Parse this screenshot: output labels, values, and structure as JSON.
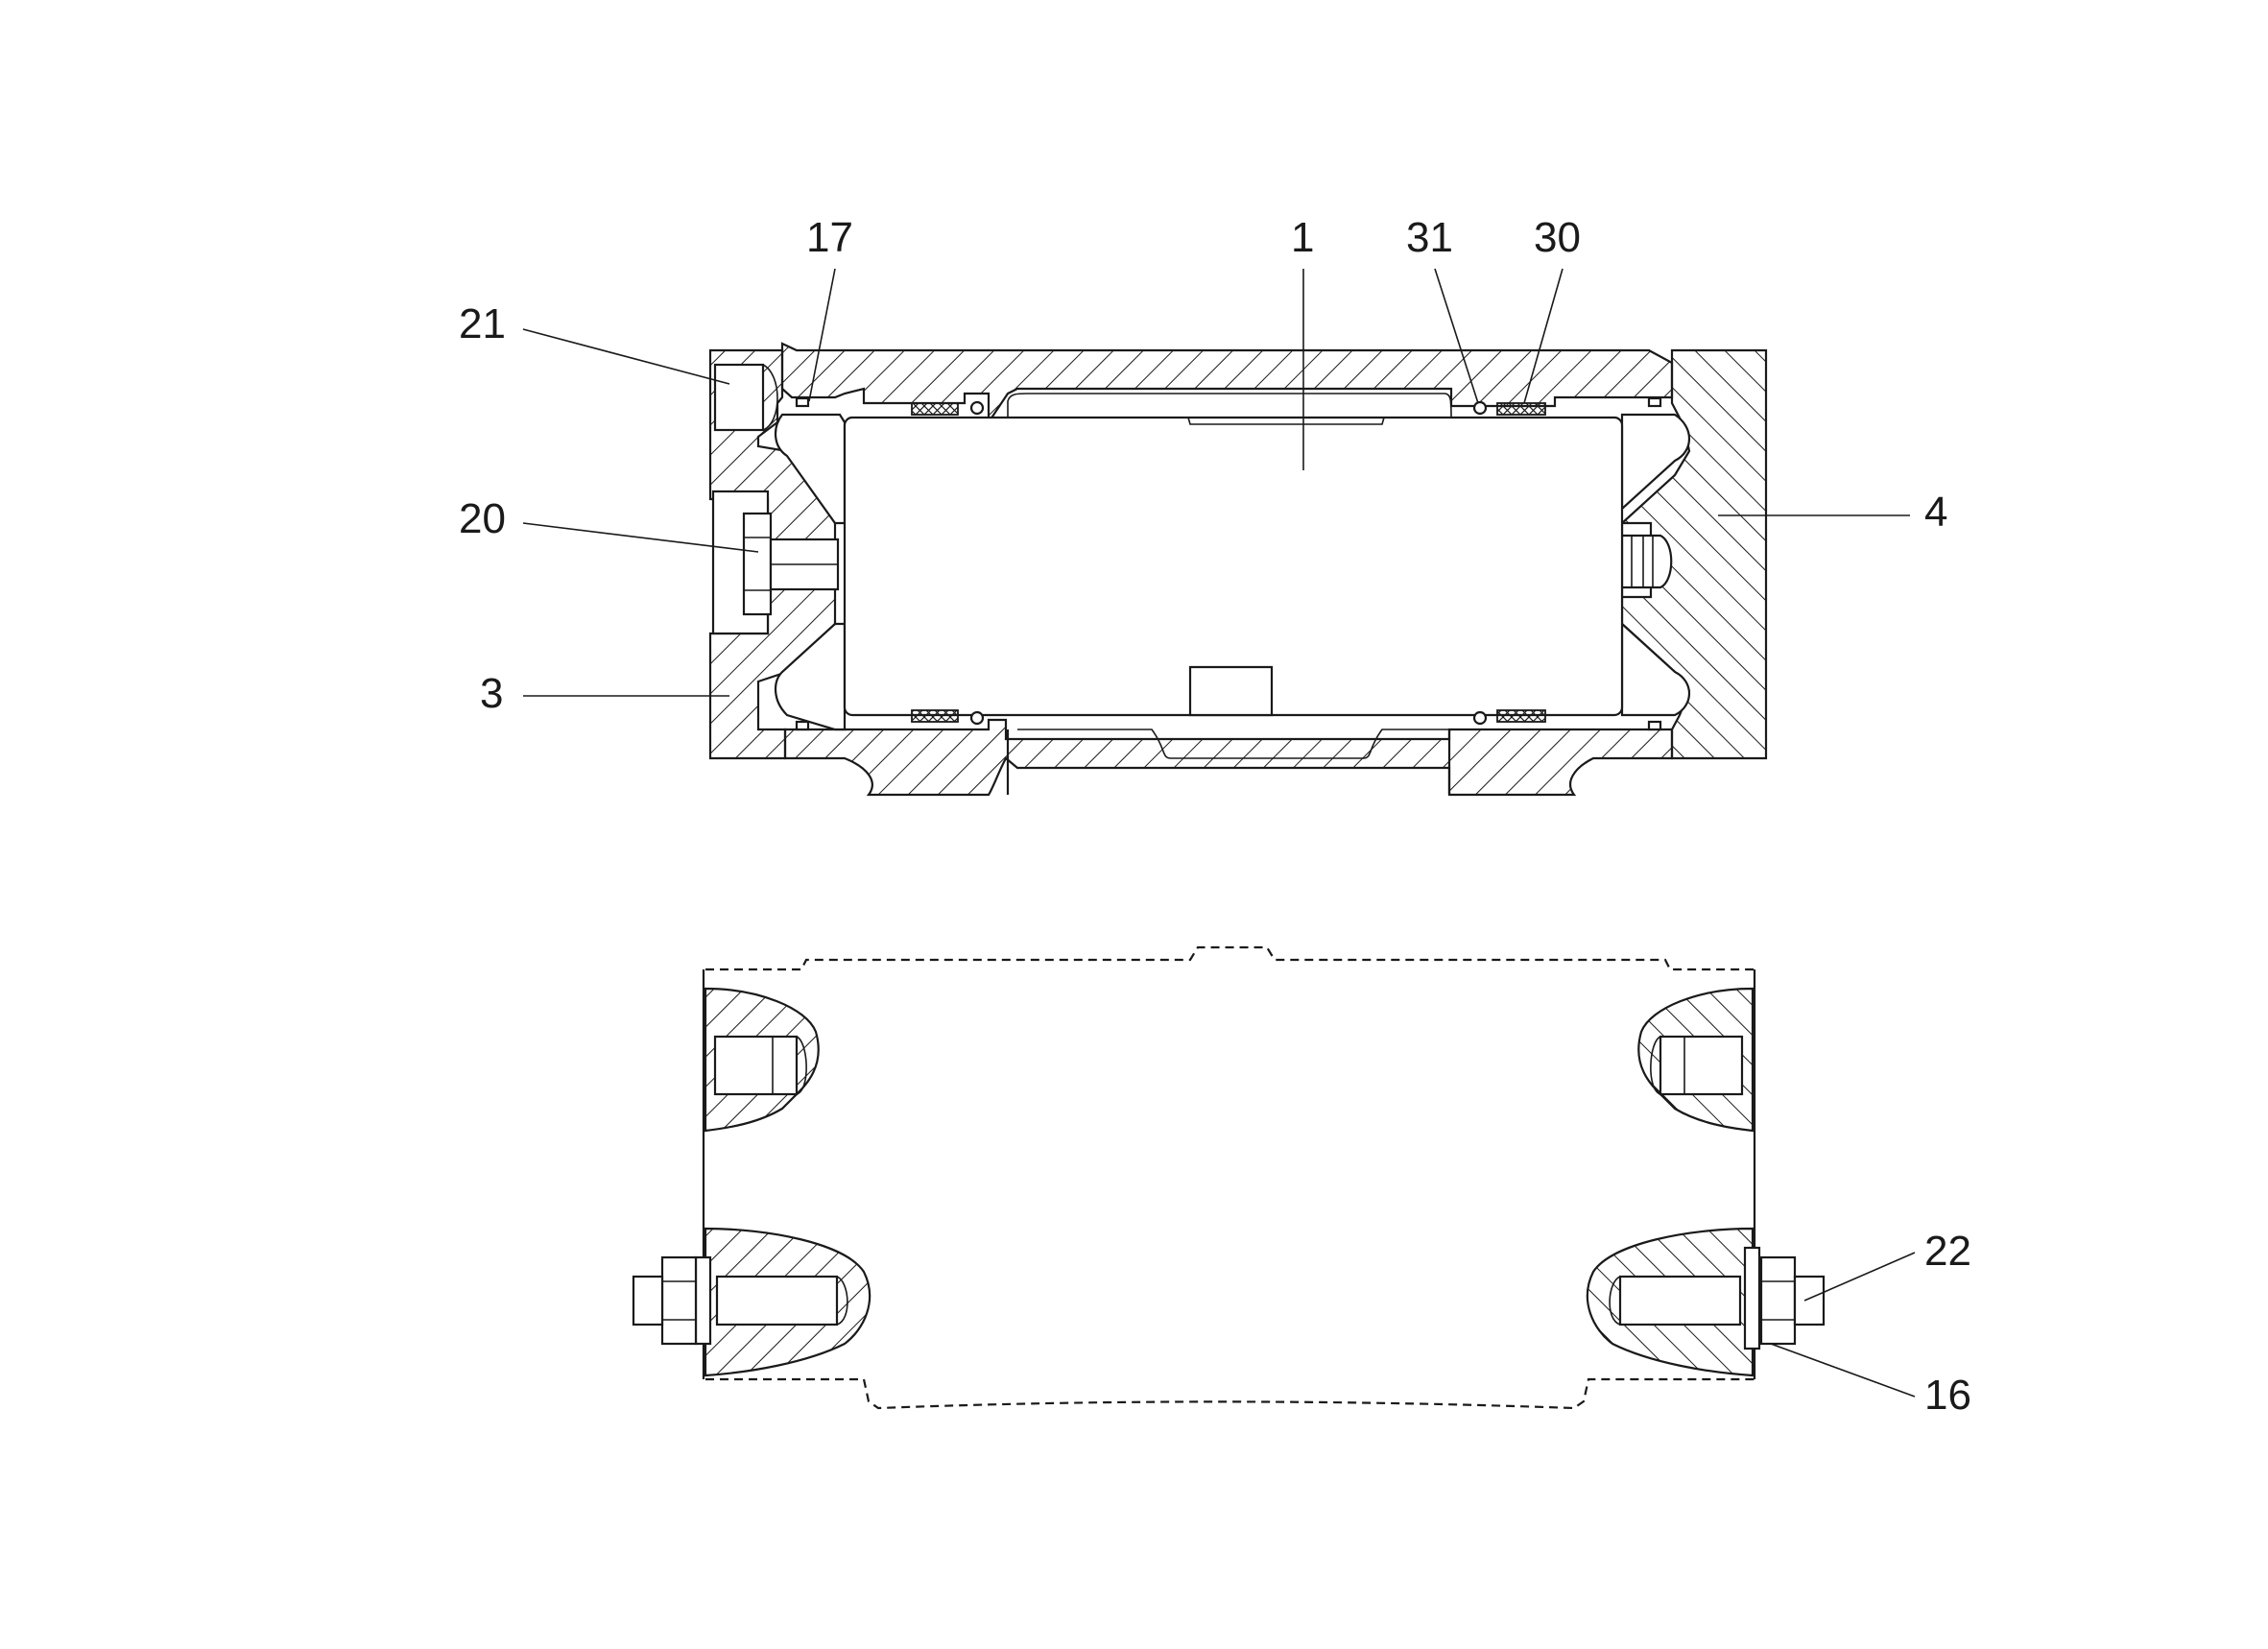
{
  "diagram": {
    "callouts": [
      {
        "id": "c1",
        "label": "1"
      },
      {
        "id": "c3",
        "label": "3"
      },
      {
        "id": "c4",
        "label": "4"
      },
      {
        "id": "c16",
        "label": "16"
      },
      {
        "id": "c17",
        "label": "17"
      },
      {
        "id": "c20",
        "label": "20"
      },
      {
        "id": "c21",
        "label": "21"
      },
      {
        "id": "c22",
        "label": "22"
      },
      {
        "id": "c30",
        "label": "30"
      },
      {
        "id": "c31",
        "label": "31"
      }
    ]
  }
}
